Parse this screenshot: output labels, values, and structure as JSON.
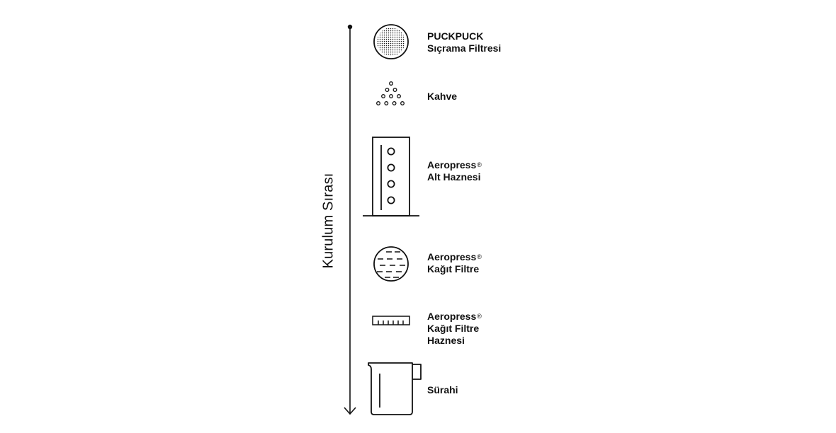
{
  "axis": {
    "label": "Kurulum Sırası"
  },
  "items": [
    {
      "icon": "splash-filter-icon",
      "lines": [
        "PUCKPUCK",
        "Sıçrama Filtresi"
      ],
      "registered": false
    },
    {
      "icon": "coffee-grounds-icon",
      "lines": [
        "Kahve"
      ],
      "registered": false
    },
    {
      "icon": "aeropress-chamber-icon",
      "lines": [
        "Aeropress",
        "Alt Haznesi"
      ],
      "registered": true
    },
    {
      "icon": "paper-filter-icon",
      "lines": [
        "Aeropress",
        "Kağıt Filtre"
      ],
      "registered": true
    },
    {
      "icon": "filter-cap-icon",
      "lines": [
        "Aeropress",
        "Kağıt Filtre",
        "Haznesi"
      ],
      "registered": true
    },
    {
      "icon": "jug-icon",
      "lines": [
        "Sürahi"
      ],
      "registered": false
    }
  ],
  "registered_mark": "®"
}
